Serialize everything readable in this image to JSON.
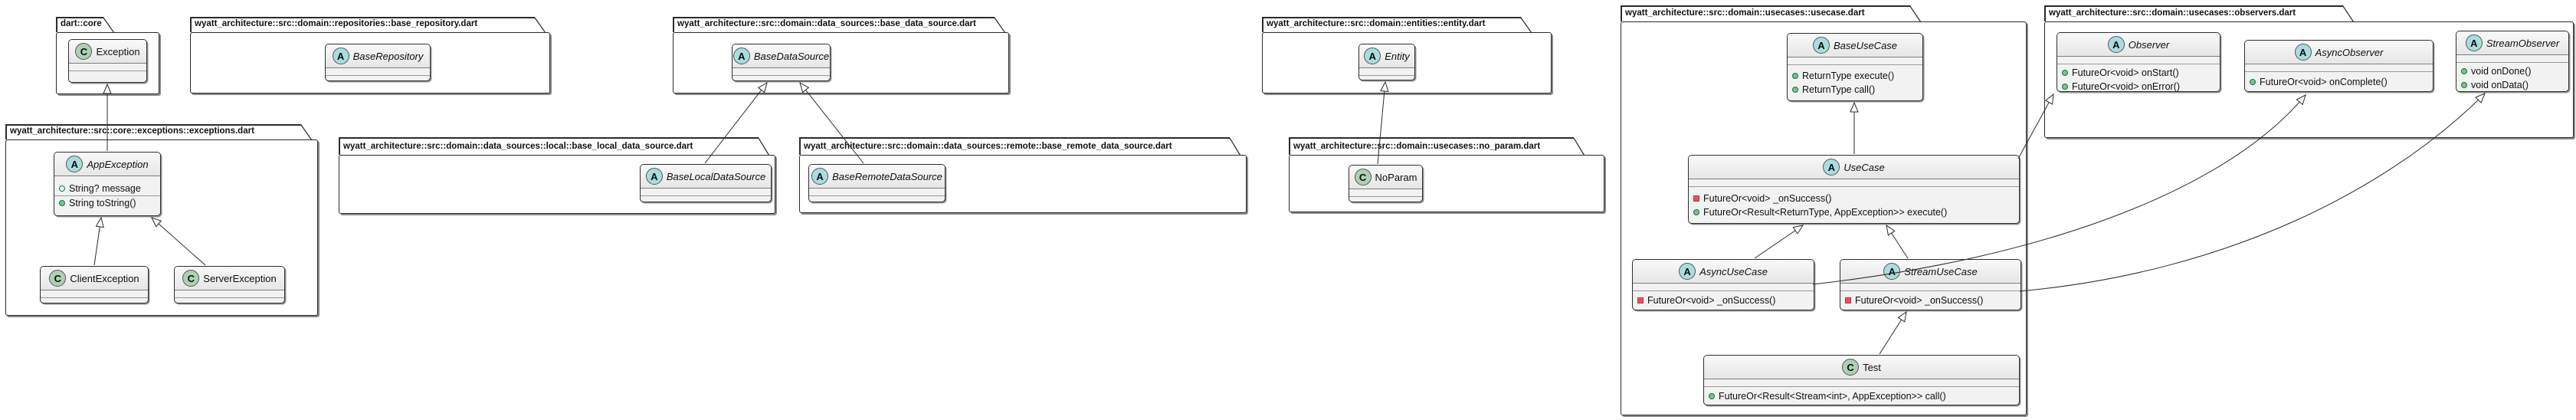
{
  "diagram": {
    "packages": {
      "dart_core": {
        "label": "dart::core"
      },
      "base_repository": {
        "label": "wyatt_architecture::src::domain::repositories::base_repository.dart"
      },
      "base_data_source": {
        "label": "wyatt_architecture::src::domain::data_sources::base_data_source.dart"
      },
      "entity_pkg": {
        "label": "wyatt_architecture::src::domain::entities::entity.dart"
      },
      "usecase_pkg": {
        "label": "wyatt_architecture::src::domain::usecases::usecase.dart"
      },
      "observers_pkg": {
        "label": "wyatt_architecture::src::domain::usecases::observers.dart"
      },
      "exceptions_pkg": {
        "label": "wyatt_architecture::src::core::exceptions::exceptions.dart"
      },
      "local_ds_pkg": {
        "label": "wyatt_architecture::src::domain::data_sources::local::base_local_data_source.dart"
      },
      "remote_ds_pkg": {
        "label": "wyatt_architecture::src::domain::data_sources::remote::base_remote_data_source.dart"
      },
      "no_param_pkg": {
        "label": "wyatt_architecture::src::domain::usecases::no_param.dart"
      }
    },
    "classes": {
      "exception": {
        "stereotype": "C",
        "name": "Exception"
      },
      "base_repository": {
        "stereotype": "A",
        "name": "BaseRepository"
      },
      "base_data_source": {
        "stereotype": "A",
        "name": "BaseDataSource"
      },
      "entity": {
        "stereotype": "A",
        "name": "Entity"
      },
      "app_exception": {
        "stereotype": "A",
        "name": "AppException",
        "members": {
          "message": "String? message",
          "to_string": "String toString()"
        }
      },
      "client_exception": {
        "stereotype": "C",
        "name": "ClientException"
      },
      "server_exception": {
        "stereotype": "C",
        "name": "ServerException"
      },
      "base_local_ds": {
        "stereotype": "A",
        "name": "BaseLocalDataSource"
      },
      "base_remote_ds": {
        "stereotype": "A",
        "name": "BaseRemoteDataSource"
      },
      "no_param": {
        "stereotype": "C",
        "name": "NoParam"
      },
      "base_use_case": {
        "stereotype": "A",
        "name": "BaseUseCase",
        "members": {
          "execute": "ReturnType execute()",
          "call": "ReturnType call()"
        }
      },
      "use_case": {
        "stereotype": "A",
        "name": "UseCase",
        "members": {
          "on_success": "FutureOr<void> _onSuccess()",
          "execute": "FutureOr<Result<ReturnType, AppException>> execute()"
        }
      },
      "async_use_case": {
        "stereotype": "A",
        "name": "AsyncUseCase",
        "members": {
          "on_success": "FutureOr<void> _onSuccess()"
        }
      },
      "stream_use_case": {
        "stereotype": "A",
        "name": "StreamUseCase",
        "members": {
          "on_success": "FutureOr<void> _onSuccess()"
        }
      },
      "test": {
        "stereotype": "C",
        "name": "Test",
        "members": {
          "call": "FutureOr<Result<Stream<int>, AppException>> call()"
        }
      },
      "observer": {
        "stereotype": "A",
        "name": "Observer",
        "members": {
          "on_start": "FutureOr<void> onStart()",
          "on_error": "FutureOr<void> onError()"
        }
      },
      "async_observer": {
        "stereotype": "A",
        "name": "AsyncObserver",
        "members": {
          "on_complete": "FutureOr<void> onComplete()"
        }
      },
      "stream_observer": {
        "stereotype": "A",
        "name": "StreamObserver",
        "members": {
          "on_done": "void onDone()",
          "on_data": "void onData()"
        }
      }
    },
    "relations": [
      {
        "child": "AppException",
        "parent": "Exception",
        "type": "extends"
      },
      {
        "child": "ClientException",
        "parent": "AppException",
        "type": "extends"
      },
      {
        "child": "ServerException",
        "parent": "AppException",
        "type": "extends"
      },
      {
        "child": "BaseLocalDataSource",
        "parent": "BaseDataSource",
        "type": "extends"
      },
      {
        "child": "BaseRemoteDataSource",
        "parent": "BaseDataSource",
        "type": "extends"
      },
      {
        "child": "NoParam",
        "parent": "Entity",
        "type": "extends"
      },
      {
        "child": "UseCase",
        "parent": "BaseUseCase",
        "type": "extends"
      },
      {
        "child": "AsyncUseCase",
        "parent": "UseCase",
        "type": "extends"
      },
      {
        "child": "StreamUseCase",
        "parent": "UseCase",
        "type": "extends"
      },
      {
        "child": "Test",
        "parent": "StreamUseCase",
        "type": "extends"
      },
      {
        "child": "UseCase",
        "parent": "Observer",
        "type": "extends"
      },
      {
        "child": "AsyncUseCase",
        "parent": "AsyncObserver",
        "type": "extends"
      },
      {
        "child": "StreamUseCase",
        "parent": "StreamObserver",
        "type": "extends"
      }
    ],
    "colors": {
      "background": "#FFFFFF",
      "node_fill": "#F1F1F1",
      "border": "#2B2B2B",
      "abstract_badge_fill": "#A9DCDF",
      "class_badge_fill": "#ADD1B2",
      "public_member_marker": "#84BE84",
      "private_member_marker": "#F24D5C",
      "field_marker_outline": "#038048"
    }
  }
}
